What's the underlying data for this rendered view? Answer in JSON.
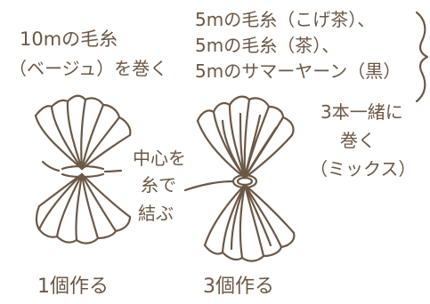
{
  "colors": {
    "ink": "#6b5847",
    "background": "#ffffff"
  },
  "left": {
    "line1": "10mの毛糸",
    "line2": "（ベージュ）を巻く",
    "caption": "1個作る"
  },
  "right": {
    "yarn_lines": [
      "5mの毛糸（こげ茶）、",
      "5mの毛糸（茶）、",
      "5mのサマーヤーン（黒）"
    ],
    "note_lines": [
      "3本一緒に",
      "巻く",
      "（ミックス）"
    ],
    "caption": "3個作る"
  },
  "center": {
    "lines": [
      "中心を",
      "糸で",
      "結ぶ"
    ]
  }
}
